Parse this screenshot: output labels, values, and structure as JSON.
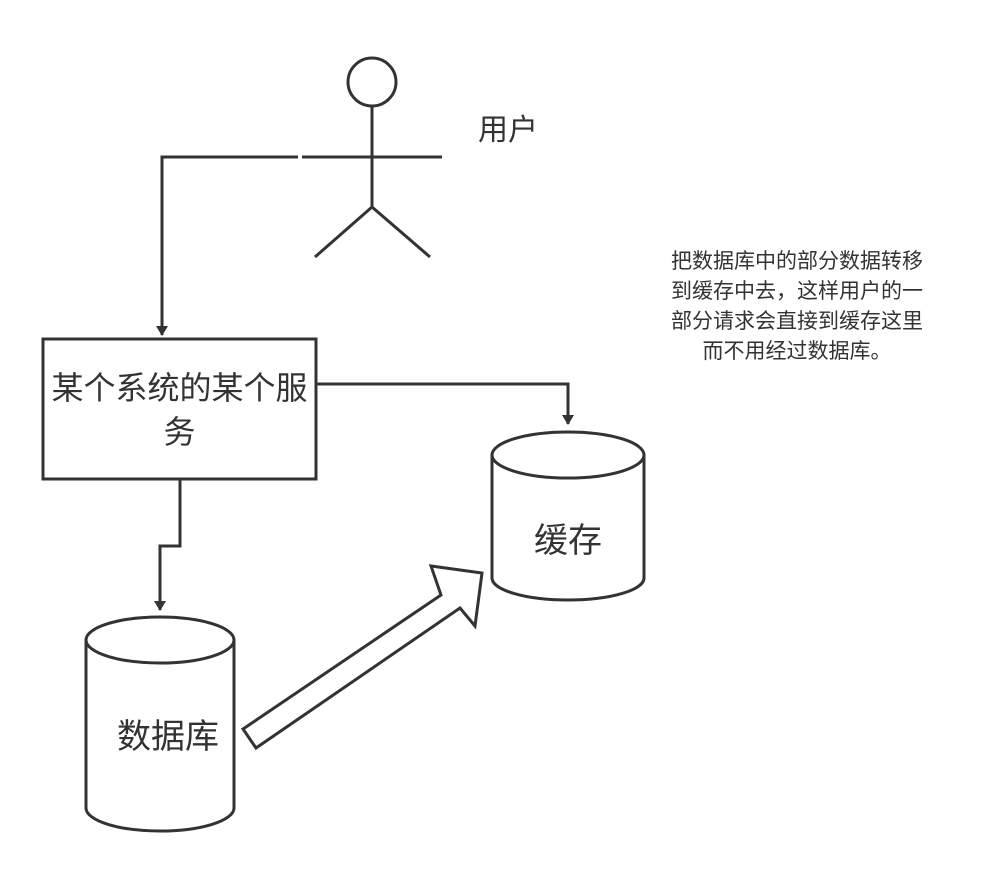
{
  "labels": {
    "user": "用户",
    "service": "某个系统的某个服务",
    "cache": "缓存",
    "database": "数据库"
  },
  "note": {
    "lines": [
      "把数据库中的部分数据转移",
      "到缓存中去，这样用户的一",
      "部分请求会直接到缓存这里",
      "而不用经过数据库。"
    ]
  },
  "colors": {
    "stroke": "#333333",
    "background": "#ffffff"
  }
}
